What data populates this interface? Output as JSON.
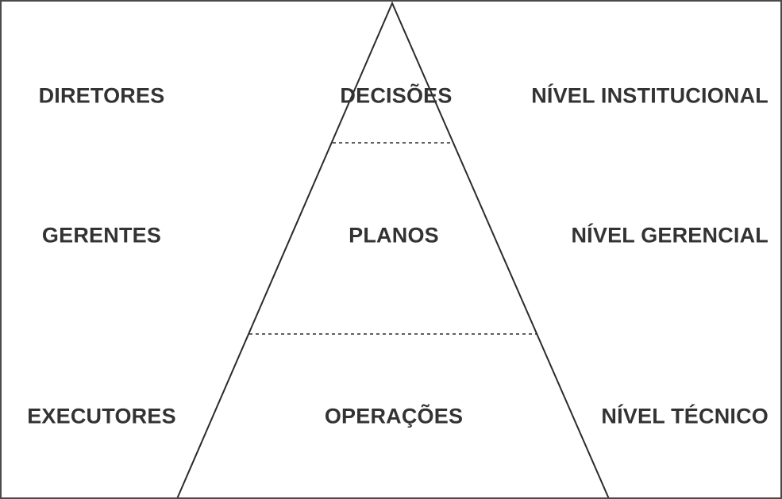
{
  "diagram": {
    "type": "pyramid",
    "rows": [
      {
        "role": "DIRETORES",
        "activity": "DECISÕES",
        "level": "NÍVEL INSTITUCIONAL"
      },
      {
        "role": "GERENTES",
        "activity": "PLANOS",
        "level": "NÍVEL GERENCIAL"
      },
      {
        "role": "EXECUTORES",
        "activity": "OPERAÇÕES",
        "level": "NÍVEL TÉCNICO"
      }
    ],
    "colors": {
      "line": "#2b2b2b",
      "text": "#333333",
      "frame": "#4a4a4a",
      "background": "#ffffff"
    }
  }
}
